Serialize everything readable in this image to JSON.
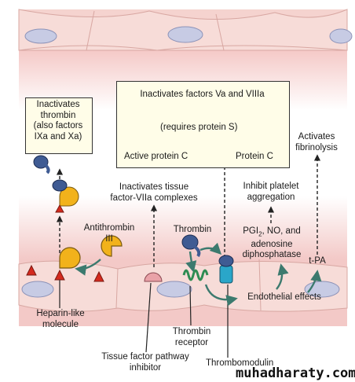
{
  "labels": {
    "inact_thrombin": [
      "Inactivates",
      "thrombin",
      "(also factors",
      "IXa and Xa)"
    ],
    "inact_va": "Inactivates factors Va and VIIIa",
    "requires_s": "(requires protein S)",
    "active_c": "Active protein C",
    "protein_c": "Protein C",
    "activates_fib": [
      "Activates",
      "fibrinolysis"
    ],
    "inact_tf": [
      "Inactivates tissue",
      "factor-VIIa complexes"
    ],
    "inhibit_plt": [
      "Inhibit platelet",
      "aggregation"
    ],
    "antithrombin": [
      "Antithrombin",
      "III"
    ],
    "thrombin": "Thrombin",
    "pgi_line1_pre": "PGI",
    "pgi_line1_sub": "2",
    "pgi_line1_post": ", NO, and",
    "pgi_rest": [
      "adenosine",
      "diphosphatase"
    ],
    "tpa": "t-PA",
    "endothelial": "Endothelial effects",
    "heparin": [
      "Heparin-like",
      "molecule"
    ],
    "tfpi": [
      "Tissue factor pathway",
      "inhibitor"
    ],
    "thrombin_receptor": [
      "Thrombin",
      "receptor"
    ],
    "thrombomodulin": "Thrombomodulin"
  },
  "watermark": "muhadharaty.com",
  "colors": {
    "vessel_pink": "#f3c9c7",
    "cell_pink": "#f7d9d4",
    "nucleus_blue": "#c7cbe4",
    "box_fill": "#fffde8",
    "arrow_teal": "#3c7a6e",
    "thrombin_blue": "#3f5b93",
    "antithrombin_yellow": "#f2b21b",
    "heparin_red": "#d42a1e",
    "receptor_green": "#2f8c52",
    "thrombomodulin_cyan": "#2aa6c9"
  }
}
